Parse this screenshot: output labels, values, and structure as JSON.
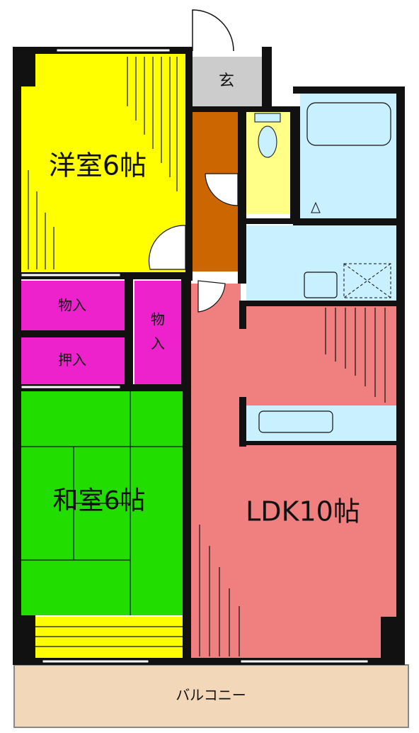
{
  "rooms": {
    "western_room": {
      "label": "洋室6帖",
      "color": "#ffff00"
    },
    "japanese_room": {
      "label": "和室6帖",
      "color": "#22dd00"
    },
    "ldk": {
      "label": "LDK10帖",
      "color": "#f08080"
    },
    "entrance": {
      "label": "玄",
      "color": "#cccccc"
    },
    "closet_upper": {
      "label": "物入",
      "color": "#ee22cc"
    },
    "closet_oshiire": {
      "label": "押入",
      "color": "#ee22cc"
    },
    "closet_vertical": {
      "label": "物入",
      "color": "#ee22cc"
    },
    "balcony": {
      "label": "バルコニー",
      "color": "#f2d8b8"
    },
    "hallway": {
      "color": "#cc6600"
    },
    "toilet": {
      "color": "#ffff88"
    },
    "bath": {
      "color": "#c8f0ff"
    },
    "washroom": {
      "color": "#c8f0ff"
    },
    "kitchen_counter": {
      "color": "#c8f0ff"
    }
  },
  "colors": {
    "wall": "#111111",
    "tatami_line": "#111111",
    "hatch": "#111111"
  }
}
